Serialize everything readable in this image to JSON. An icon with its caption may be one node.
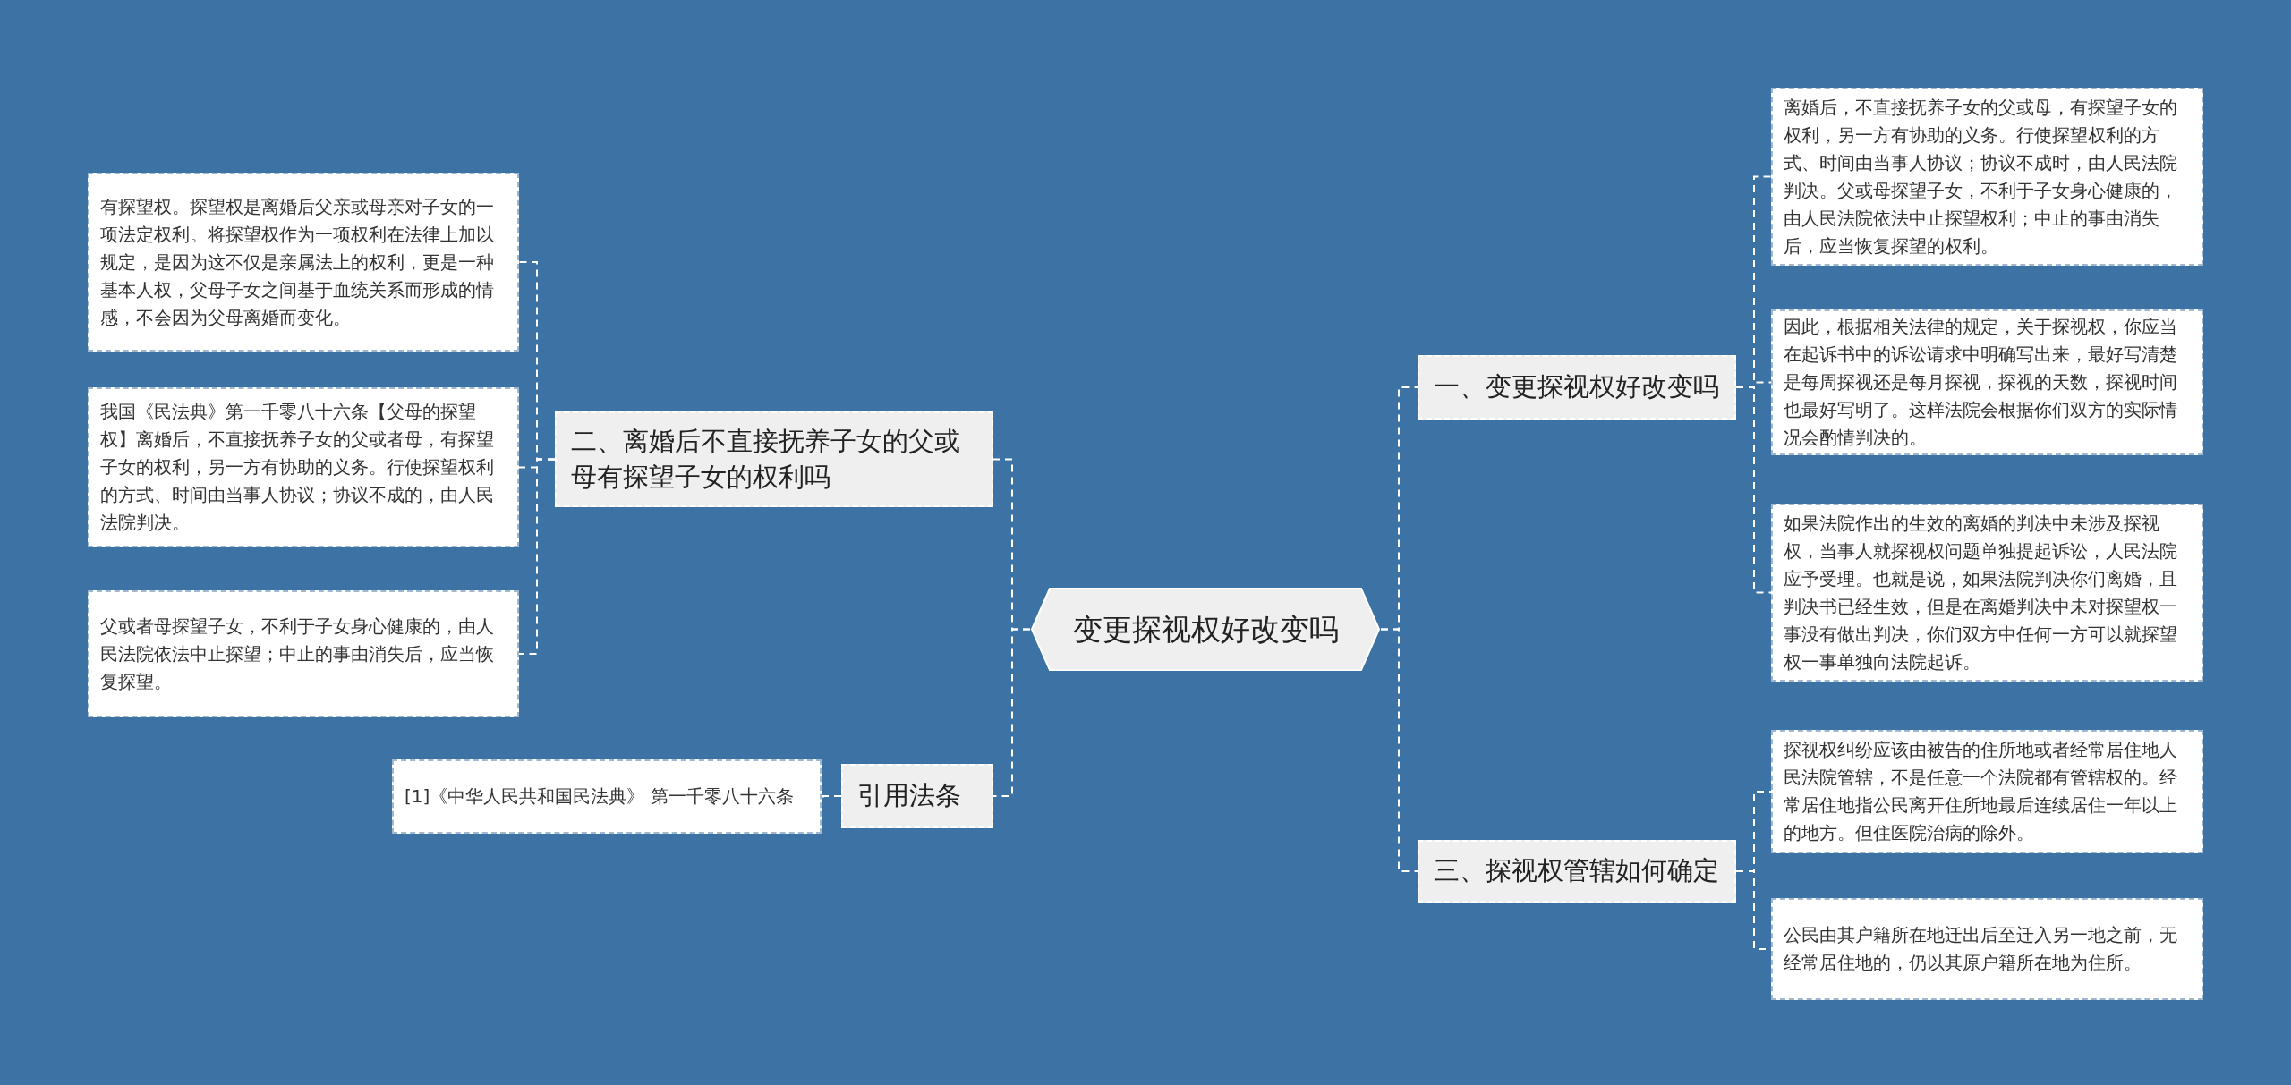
{
  "diagram": {
    "nodes": [
      {
        "text": [
          "变更探视权好改变吗"
        ]
      },
      {
        "text": [
          "二、离婚后不直接抚养子女的父或母有探望子女的权利吗"
        ]
      },
      {
        "text": [
          "有探望权。探望权是离婚后父亲或母亲对子女的一项法定权利。将探望权作为一项权利在法律上加以规定，是因为这不仅是亲属法上的权利，更是一种基本人权，父母子女之间基于血统关系而形成的情感，不会因为父母离婚而变化。"
        ]
      },
      {
        "text": [
          "我国《民法典》第一千零八十六条【父母的探望权】离婚后，不直接抚养子女的父或者母，有探望子女的权利，另一方有协助的义务。行使探望权利的方式、时间由当事人协议；协议不成的，由人民法院判决。"
        ]
      },
      {
        "text": [
          "父或者母探望子女，不利于子女身心健康的，由人民法院依法中止探望；中止的事由消失后，应当恢复探望。"
        ]
      },
      {
        "text": [
          "引用法条"
        ]
      },
      {
        "text": [
          "[1]《中华人民共和国民法典》 第一千零八十六条"
        ]
      },
      {
        "text": [
          "一、变更探视权好改变吗"
        ]
      },
      {
        "text": [
          "离婚后，不直接抚养子女的父或母，有探望子女的权利，另一方有协助的义务。行使探望权利的方式、时间由当事人协议；协议不成时，由人民法院判决。父或母探望子女，不利于子女身心健康的，由人民法院依法中止探望权利；中止的事由消失后，应当恢复探望的权利。"
        ]
      },
      {
        "text": [
          "因此，根据相关法律的规定，关于探视权，你应当在起诉书中的诉讼请求中明确写出来，最好写清楚是每周探视还是每月探视，探视的天数，探视时间也最好写明了。这样法院会根据你们双方的实际情况会酌情判决的。"
        ]
      },
      {
        "text": [
          "如果法院作出的生效的离婚的判决中未涉及探视权，当事人就探视权问题单独提起诉讼，人民法院应予受理。也就是说，如果法院判决你们离婚，且判决书已经生效，但是在离婚判决中未对探望权一事没有做出判决，你们双方中任何一方可以就探望权一事单独向法院起诉。"
        ]
      },
      {
        "text": [
          "三、探视权管辖如何确定"
        ]
      },
      {
        "text": [
          "探视权纠纷应该由被告的住所地或者经常居住地人民法院管辖，不是任意一个法院都有管辖权的。经常居住地指公民离开住所地最后连续居住一年以上的地方。但住医院治病的除外。"
        ]
      },
      {
        "text": [
          "公民由其户籍所在地迁出后至迁入另一地之前，无经常居住地的，仍以其原户籍所在地为住所。"
        ]
      }
    ],
    "edges": [
      {
        "from": 0,
        "to": 1,
        "arrow": "none",
        "style": "dashed"
      },
      {
        "from": 1,
        "to": 2,
        "arrow": "none",
        "style": "dashed"
      },
      {
        "from": 1,
        "to": 3,
        "arrow": "none",
        "style": "dashed"
      },
      {
        "from": 1,
        "to": 4,
        "arrow": "none",
        "style": "dashed"
      },
      {
        "from": 0,
        "to": 5,
        "arrow": "none",
        "style": "dashed"
      },
      {
        "from": 5,
        "to": 6,
        "arrow": "none",
        "style": "dashed"
      },
      {
        "from": 0,
        "to": 7,
        "arrow": "none",
        "style": "dashed"
      },
      {
        "from": 7,
        "to": 8,
        "arrow": "none",
        "style": "dashed"
      },
      {
        "from": 7,
        "to": 9,
        "arrow": "none",
        "style": "dashed"
      },
      {
        "from": 7,
        "to": 10,
        "arrow": "none",
        "style": "dashed"
      },
      {
        "from": 0,
        "to": 11,
        "arrow": "none",
        "style": "dashed"
      },
      {
        "from": 11,
        "to": 12,
        "arrow": "none",
        "style": "dashed"
      },
      {
        "from": 11,
        "to": 13,
        "arrow": "none",
        "style": "dashed"
      }
    ]
  }
}
